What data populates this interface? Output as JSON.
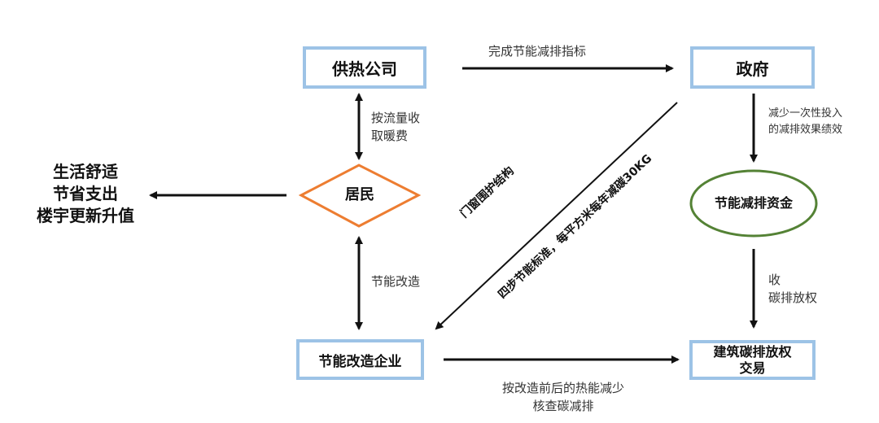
{
  "nodes": {
    "heating_company": "供热公司",
    "government": "政府",
    "residents": "居民",
    "energy_fund": "节能减排资金",
    "retrofit_company": "节能改造企业",
    "carbon_trading_line1": "建筑碳排放权",
    "carbon_trading_line2": "交易"
  },
  "benefits": {
    "line1": "生活舒适",
    "line2": "节省支出",
    "line3": "楼宇更新升值"
  },
  "edges": {
    "complete_targets": "完成节能减排指标",
    "charge_line1": "按流量收",
    "charge_line2": "取暖费",
    "reduce_line1": "减少一次性投入",
    "reduce_line2": "的减排效果绩效",
    "retrofit": "节能改造",
    "collect_line1": "收",
    "collect_line2": "碳排放权",
    "verify_line1": "按改造前后的热能减少",
    "verify_line2": "核查碳减排",
    "diag_line1": "门窗围护结构",
    "diag_line2": "四步节能标准，每平方米每年减碳30KG"
  },
  "colors": {
    "box_border": "#9dc3e6",
    "diamond_border": "#ed7d31",
    "ellipse_border": "#548235",
    "arrow": "#111111"
  }
}
